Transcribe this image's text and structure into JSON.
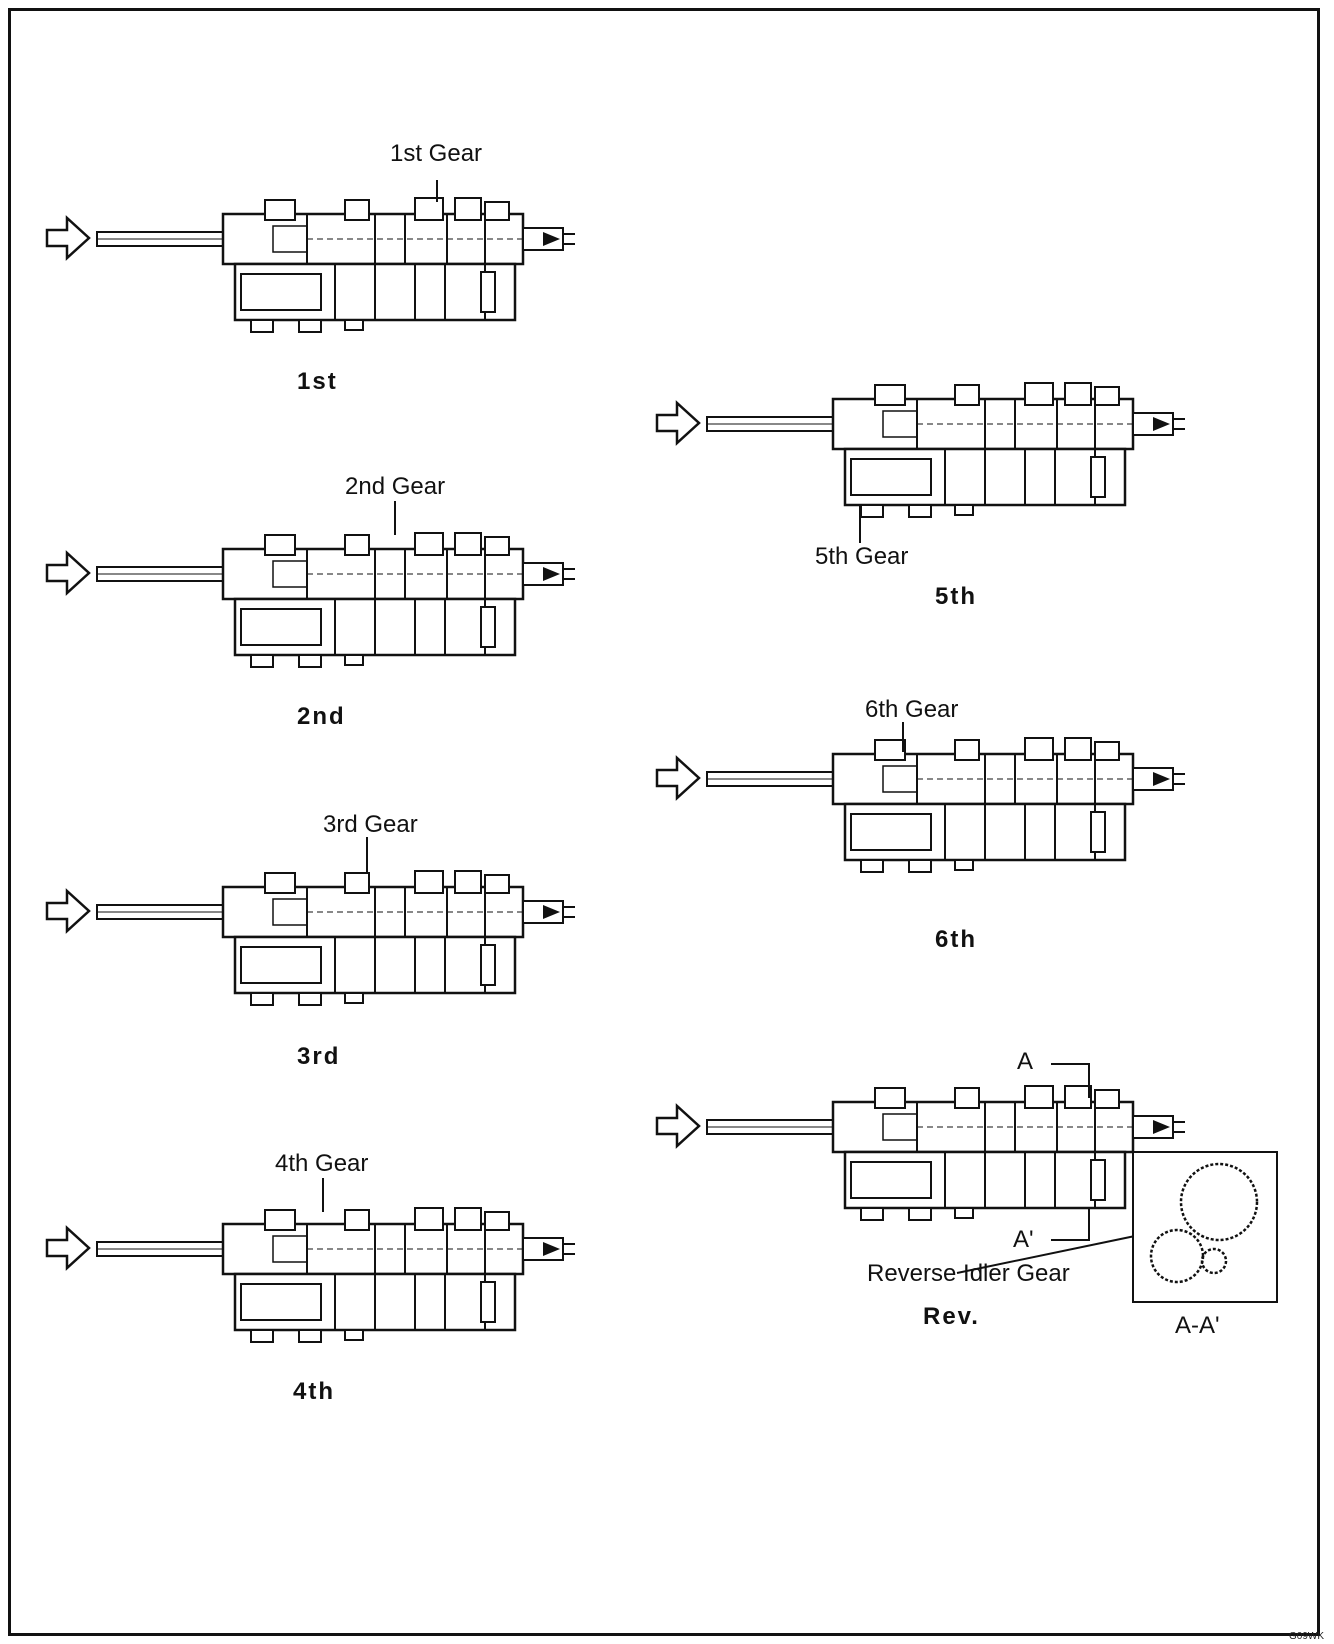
{
  "diagrams": [
    {
      "id": "1st",
      "gear_label": "1st Gear",
      "caption": "1st"
    },
    {
      "id": "2nd",
      "gear_label": "2nd Gear",
      "caption": "2nd"
    },
    {
      "id": "3rd",
      "gear_label": "3rd Gear",
      "caption": "3rd"
    },
    {
      "id": "4th",
      "gear_label": "4th Gear",
      "caption": "4th"
    },
    {
      "id": "5th",
      "gear_label": "5th Gear",
      "caption": "5th"
    },
    {
      "id": "6th",
      "gear_label": "6th Gear",
      "caption": "6th"
    },
    {
      "id": "rev",
      "gear_label": "Reverse Idler Gear",
      "caption": "Rev."
    }
  ],
  "section": {
    "marker_a": "A",
    "marker_a_prime": "A'",
    "label": "A-A'"
  },
  "figure_code": "G09WK"
}
